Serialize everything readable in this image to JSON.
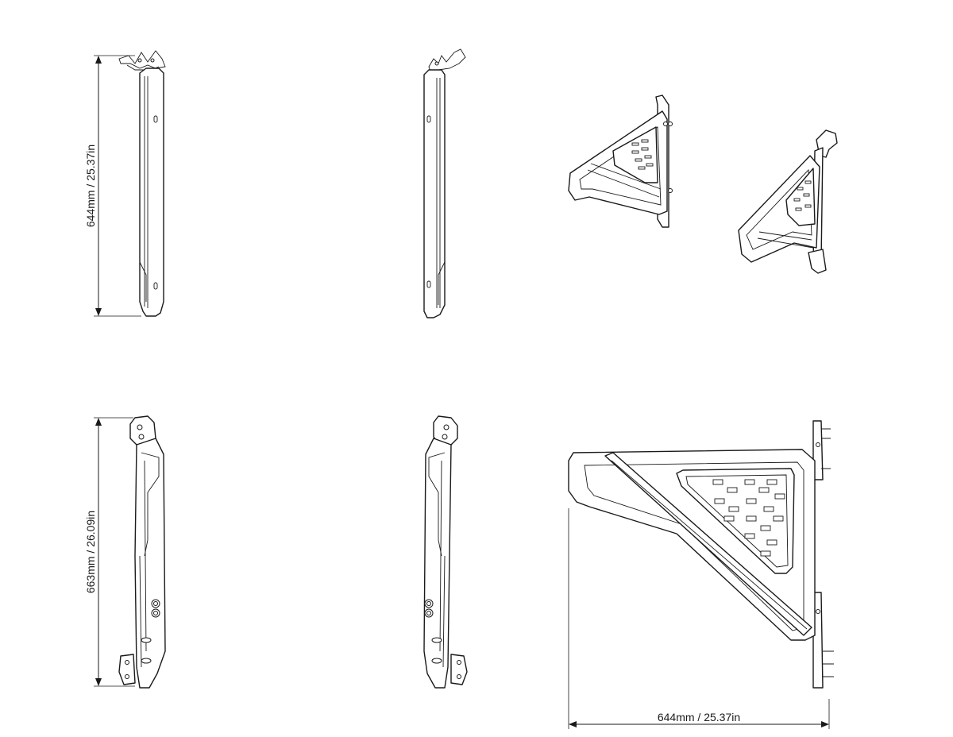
{
  "dimensions": {
    "height_top": "644mm / 25.37in",
    "height_bottom": "663mm / 26.09in",
    "width_bottom": "644mm / 25.37in"
  },
  "colors": {
    "line": "#1a1a1a",
    "background": "#ffffff"
  }
}
